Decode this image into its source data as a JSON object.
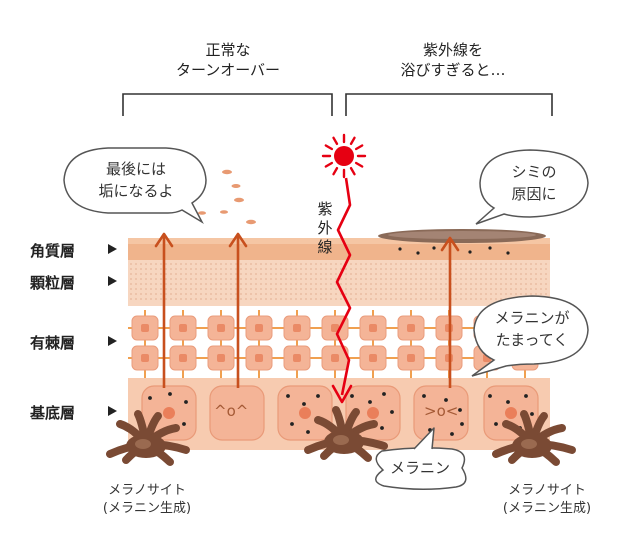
{
  "headings": {
    "normal": [
      "正常な",
      "ターンオーバー"
    ],
    "uv": [
      "紫外線を",
      "浴びすぎると…"
    ]
  },
  "layers": {
    "corneum": "角質層",
    "granular": "顆粒層",
    "spinous": "有棘層",
    "basal": "基底層"
  },
  "bubbles": {
    "left": [
      "最後には",
      "垢になるよ"
    ],
    "top_right": [
      "シミの",
      "原因に"
    ],
    "mid_right": [
      "メラニンが",
      "たまってく"
    ],
    "melanin": "メラニン"
  },
  "uv_label": "紫外線",
  "captions": {
    "left": [
      "メラノサイト",
      "(メラニン生成)"
    ],
    "right": [
      "メラノサイト",
      "(メラニン生成)"
    ]
  },
  "faces": {
    "left": "^o^",
    "right": ">o<"
  },
  "colors": {
    "corneum": "#f0b48c",
    "granular": "#f7d6c0",
    "cell": "#f4b497",
    "basal": "#f7cbb0",
    "connector": "#f0a050",
    "arrow": "#c8501e",
    "uv_ray": "#e60012",
    "melanocyte": "#7a4a34",
    "spot": "#8a6a58"
  }
}
